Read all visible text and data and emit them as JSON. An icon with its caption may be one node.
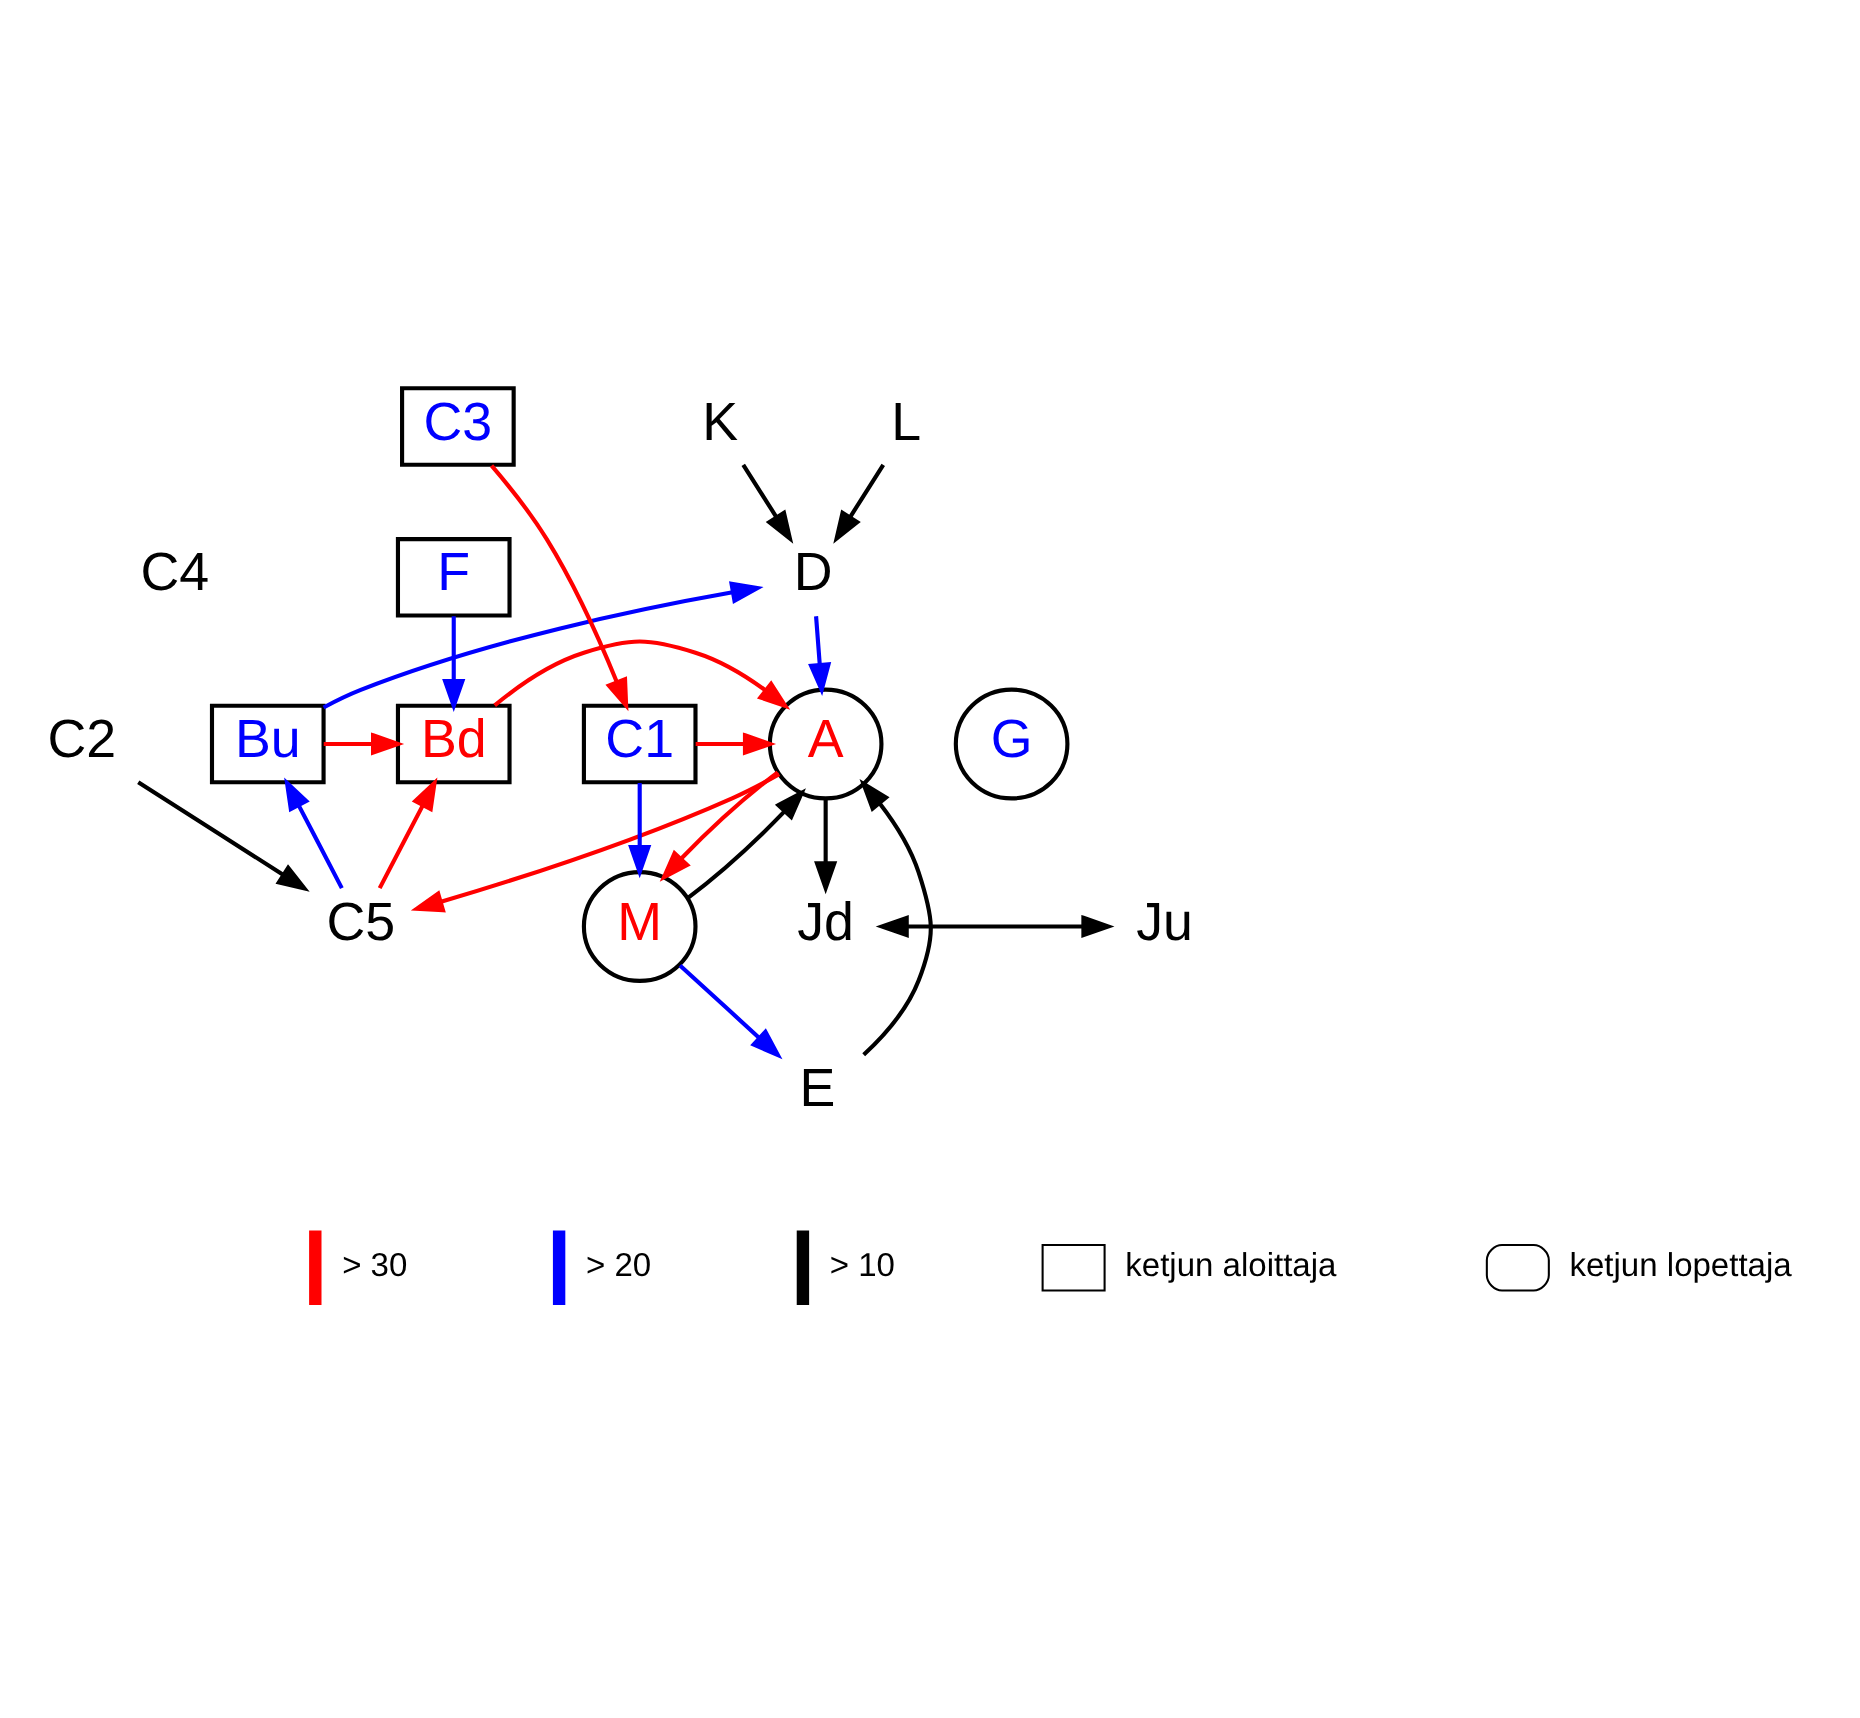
{
  "diagram": {
    "nodes": [
      {
        "text": [
          "L"
        ]
      },
      {
        "text": [
          "D"
        ]
      },
      {
        "text": [
          "K"
        ]
      },
      {
        "text": [
          "E"
        ]
      },
      {
        "text": [
          "G"
        ]
      },
      {
        "text": [
          "M"
        ]
      },
      {
        "text": [
          "Bu"
        ]
      },
      {
        "text": [
          "Bd"
        ]
      },
      {
        "text": [
          "A"
        ]
      },
      {
        "text": [
          "C1"
        ]
      },
      {
        "text": [
          "F"
        ]
      },
      {
        "text": [
          "C3"
        ]
      },
      {
        "text": [
          "C4"
        ]
      },
      {
        "text": [
          "C2"
        ]
      },
      {
        "text": [
          "C5"
        ]
      },
      {
        "text": [
          "Jd"
        ]
      },
      {
        "text": [
          "Ju"
        ]
      }
    ],
    "edges": [
      {
        "from": 0,
        "to": 1,
        "arrow": "to"
      },
      {
        "from": 2,
        "to": 1,
        "arrow": "to"
      },
      {
        "from": 6,
        "to": 1,
        "arrow": "to",
        "color": "#0000ff"
      },
      {
        "from": 1,
        "to": 8,
        "arrow": "to",
        "color": "#0000ff"
      },
      {
        "from": 3,
        "to": 8,
        "arrow": "to"
      },
      {
        "from": 8,
        "to": 5,
        "arrow": "to",
        "color": "#ff0000"
      },
      {
        "from": 5,
        "to": 8,
        "arrow": "to"
      },
      {
        "from": 5,
        "to": 3,
        "arrow": "to",
        "color": "#0000ff"
      },
      {
        "from": 9,
        "to": 5,
        "arrow": "to",
        "color": "#0000ff"
      },
      {
        "from": 6,
        "to": 7,
        "arrow": "to",
        "color": "#ff0000"
      },
      {
        "from": 7,
        "to": 8,
        "arrow": "to",
        "color": "#ff0000"
      },
      {
        "from": 9,
        "to": 8,
        "arrow": "to",
        "color": "#ff0000"
      },
      {
        "from": 11,
        "to": 9,
        "arrow": "to",
        "color": "#ff0000"
      },
      {
        "from": 10,
        "to": 7,
        "arrow": "to",
        "color": "#0000ff"
      },
      {
        "from": 13,
        "to": 14,
        "arrow": "to"
      },
      {
        "from": 8,
        "to": 14,
        "arrow": "to",
        "color": "#ff0000"
      },
      {
        "from": 14,
        "to": 6,
        "arrow": "to",
        "color": "#0000ff"
      },
      {
        "from": 14,
        "to": 7,
        "arrow": "to",
        "color": "#ff0000"
      },
      {
        "from": 8,
        "to": 15,
        "arrow": "to"
      },
      {
        "from": 15,
        "to": 16,
        "arrow": "both"
      }
    ],
    "legend": [
      {
        "text": "> 30",
        "color": "#ff0000"
      },
      {
        "text": "> 20",
        "color": "#0000ff"
      },
      {
        "text": "> 10",
        "color": "#000000"
      },
      {
        "text": "ketjun aloittaja"
      },
      {
        "text": "ketjun lopettaja"
      }
    ]
  }
}
